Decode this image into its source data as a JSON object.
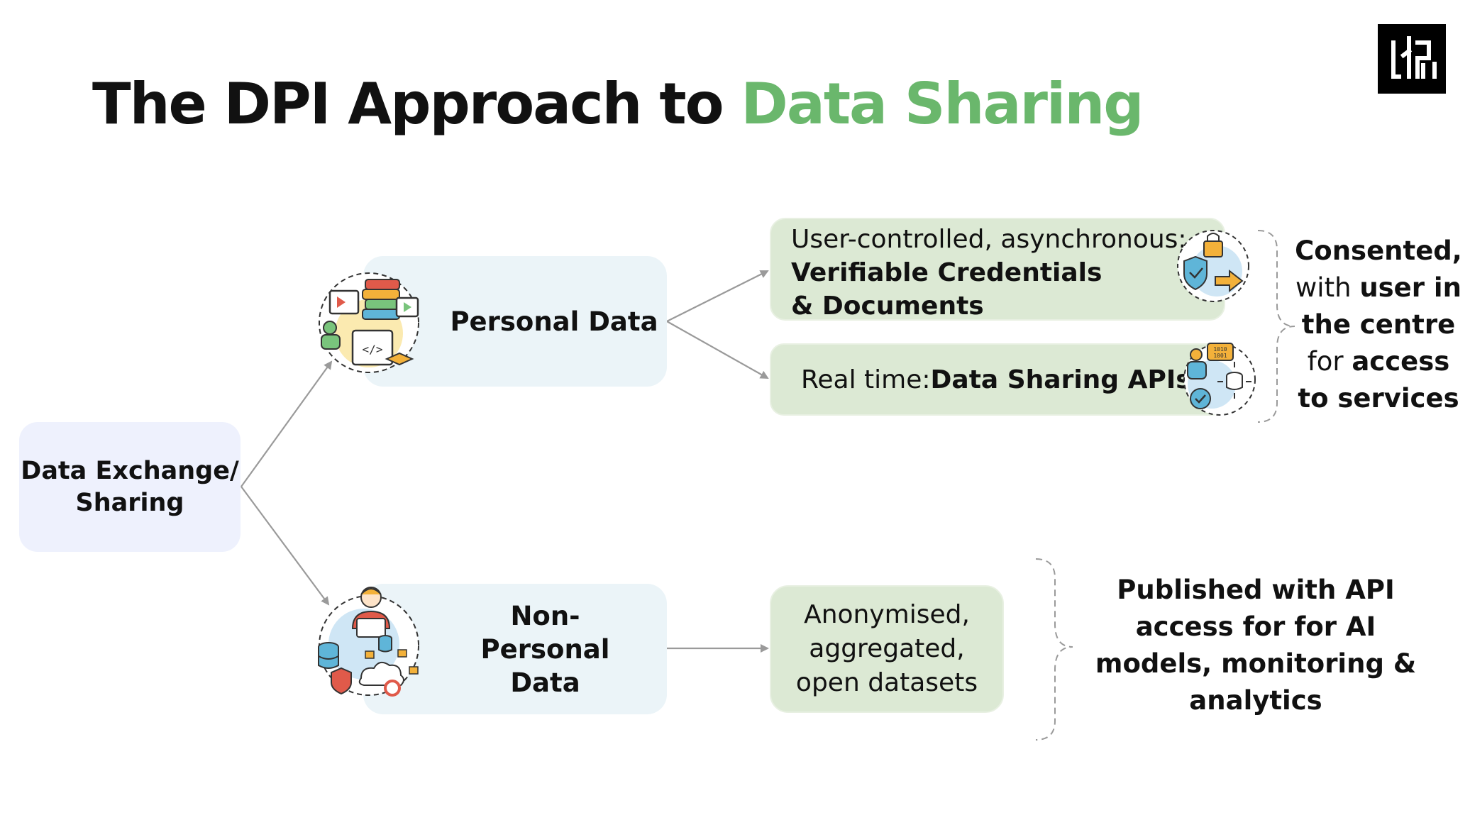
{
  "title": {
    "prefix": "The DPI Approach to ",
    "highlight": "Data Sharing"
  },
  "colors": {
    "accent_green": "#6ab76c",
    "root_box": "#eef1fd",
    "category_box": "#ebf4f8",
    "leaf_box": "#dce9d4"
  },
  "logo": {
    "icon": "dpi-logo-icon"
  },
  "root": {
    "label": "Data Exchange/ Sharing"
  },
  "personal": {
    "label": "Personal Data",
    "icon": "education-media-icon",
    "vc": {
      "intro": "User-controlled, asynchronous:",
      "emphasis": "Verifiable Credentials & Documents",
      "icon": "security-lock-exchange-icon"
    },
    "api": {
      "intro": "Real time: ",
      "emphasis": "Data Sharing APIs",
      "icon": "data-network-gear-icon"
    },
    "summary": {
      "p1": "Consented,",
      "p2": "with ",
      "p3": "user in the centre",
      "p4": "for ",
      "p5": "access to services"
    }
  },
  "nonpersonal": {
    "label": "Non-Personal Data",
    "icon": "database-analyst-icon",
    "open": {
      "label": "Anonymised, aggregated, open datasets"
    },
    "summary": {
      "text": "Published with API access for for AI models, monitoring & analytics"
    }
  }
}
